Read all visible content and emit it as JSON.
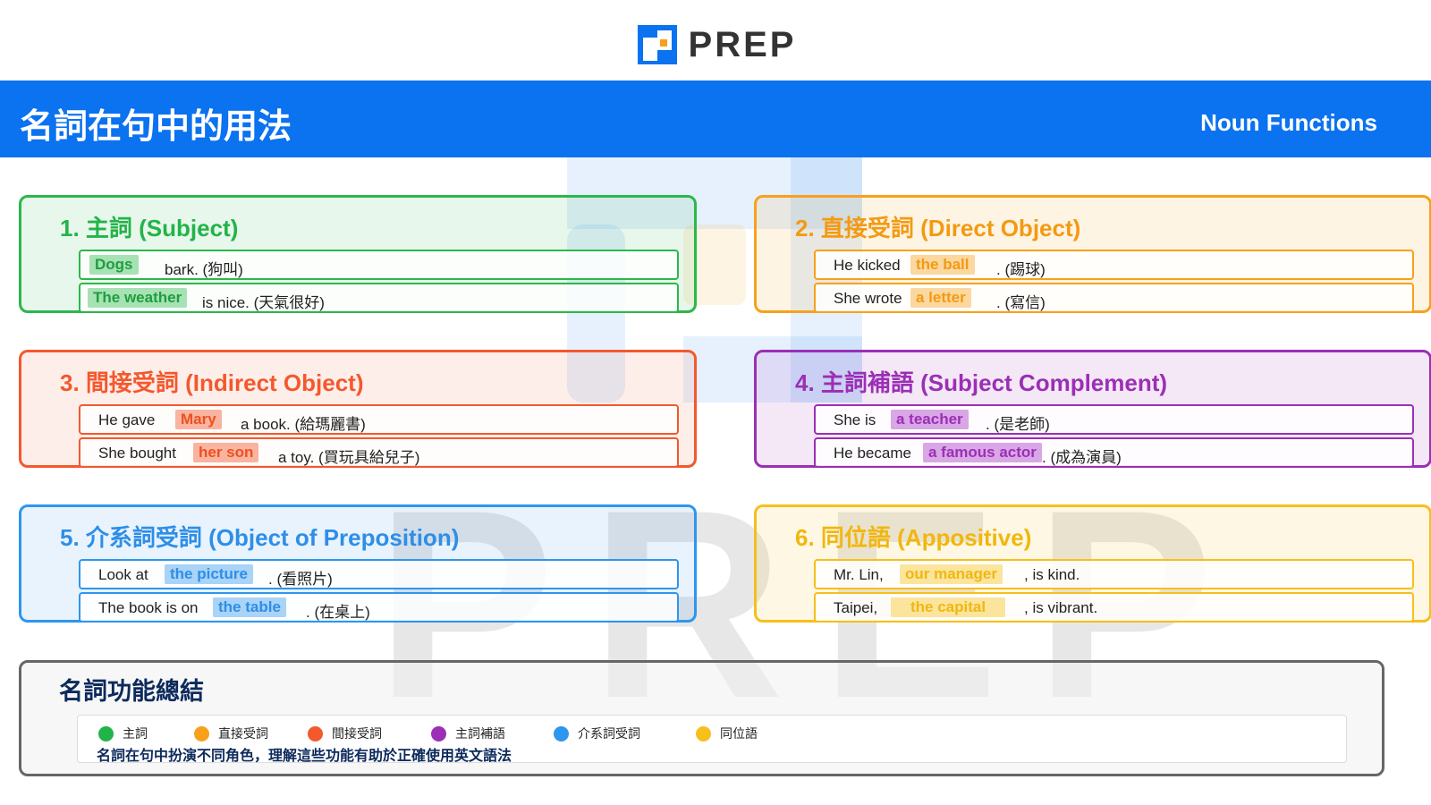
{
  "logo": {
    "text": "PREP"
  },
  "header": {
    "title_zh": "名詞在句中的用法",
    "title_en": "Noun Functions"
  },
  "watermark": {
    "text": "PREP"
  },
  "cards": [
    {
      "title": "1. 主詞 (Subject)",
      "color": "#2bb84a",
      "rows": [
        {
          "pre": "",
          "highlight": "Dogs",
          "post": "bark. (狗叫)"
        },
        {
          "pre": "",
          "highlight": "The weather",
          "post": "is nice. (天氣很好)"
        }
      ]
    },
    {
      "title": "2. 直接受詞 (Direct Object)",
      "color": "#f7a11a",
      "rows": [
        {
          "pre": "He kicked",
          "highlight": "the ball",
          "post": ". (踢球)"
        },
        {
          "pre": "She wrote",
          "highlight": "a letter",
          "post": ". (寫信)"
        }
      ]
    },
    {
      "title": "3. 間接受詞 (Indirect Object)",
      "color": "#f4582d",
      "rows": [
        {
          "pre": "He gave",
          "highlight": "Mary",
          "post": "a book. (給瑪麗書)"
        },
        {
          "pre": "She bought",
          "highlight": "her son",
          "post": "a toy. (買玩具給兒子)"
        }
      ]
    },
    {
      "title": "4. 主詞補語 (Subject Complement)",
      "color": "#9b2fb5",
      "rows": [
        {
          "pre": "She is",
          "highlight": "a teacher",
          "post": ". (是老師)"
        },
        {
          "pre": "He became",
          "highlight": "a famous actor",
          "post": ". (成為演員)"
        }
      ]
    },
    {
      "title": "5. 介系詞受詞 (Object of Preposition)",
      "color": "#2e96ee",
      "rows": [
        {
          "pre": "Look at",
          "highlight": "the picture",
          "post": ". (看照片)"
        },
        {
          "pre": "The book is on",
          "highlight": "the table",
          "post": ". (在桌上)"
        }
      ]
    },
    {
      "title": "6. 同位語 (Appositive)",
      "color": "#f6bf1b",
      "rows": [
        {
          "pre": "Mr. Lin,",
          "highlight": "our manager",
          "post": ", is kind."
        },
        {
          "pre": "Taipei,",
          "highlight": "the capital",
          "post": ", is vibrant."
        }
      ]
    }
  ],
  "summary": {
    "title": "名詞功能總結",
    "legend": [
      {
        "label": "主詞",
        "color": "#22b449"
      },
      {
        "label": "直接受詞",
        "color": "#f7a11a"
      },
      {
        "label": "間接受詞",
        "color": "#f4582d"
      },
      {
        "label": "主詞補語",
        "color": "#9b2fb5"
      },
      {
        "label": "介系詞受詞",
        "color": "#2e96ee"
      },
      {
        "label": "同位語",
        "color": "#f6bf1b"
      }
    ],
    "note": "名詞在句中扮演不同角色，理解這些功能有助於正確使用英文語法"
  }
}
